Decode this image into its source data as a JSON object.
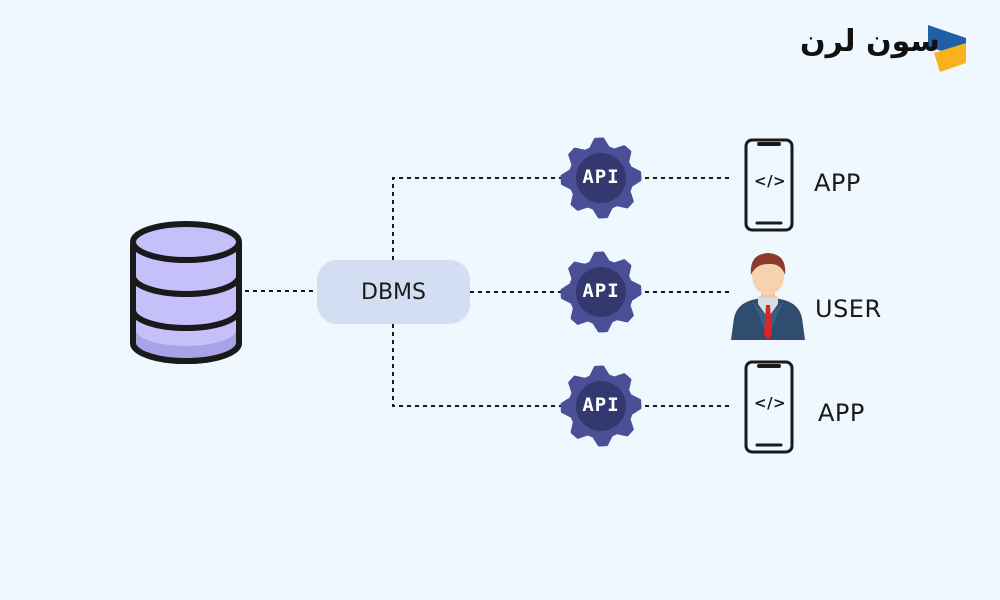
{
  "logo": {
    "text": "سون لرن",
    "colors": {
      "blue": "#1f5fa8",
      "yellow": "#f7b21c"
    }
  },
  "diagram": {
    "database": {
      "icon": "database-icon",
      "fill": "#c5bffa",
      "shade": "#a9a3e6"
    },
    "dbms": {
      "label": "DBMS",
      "fill": "#d3def2"
    },
    "apis": [
      {
        "label": "API"
      },
      {
        "label": "API"
      },
      {
        "label": "API"
      }
    ],
    "clients": [
      {
        "label": "APP",
        "icon": "smartphone-code-icon",
        "code_glyph": "</>"
      },
      {
        "label": "USER",
        "icon": "user-avatar-icon"
      },
      {
        "label": "APP",
        "icon": "smartphone-code-icon",
        "code_glyph": "</>"
      }
    ],
    "colors": {
      "background": "#eef8fe",
      "gear_outer": "#4a4f96",
      "gear_inner": "#33386f",
      "line": "#1a1a1a"
    }
  }
}
